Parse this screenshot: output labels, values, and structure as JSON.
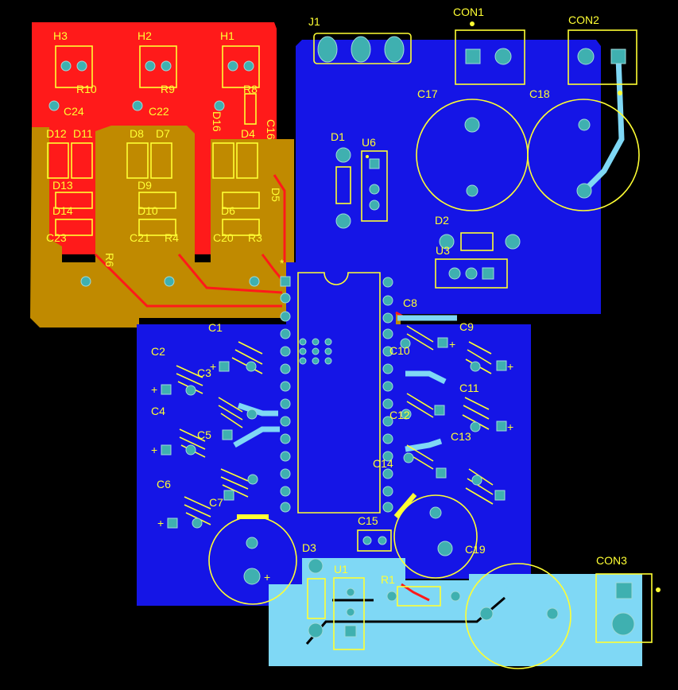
{
  "colors": {
    "background": "#000000",
    "top_copper": "#1515e6",
    "bottom_copper": "#ff1a1a",
    "inner_copper": "#c08a00",
    "cyan_plane": "#7fd8f5",
    "silkscreen": "#ffff33",
    "pad": "#3fb0b0"
  },
  "labels": {
    "j1": "J1",
    "con1": "CON1",
    "con2": "CON2",
    "con3": "CON3",
    "h1": "H1",
    "h2": "H2",
    "h3": "H3",
    "r10": "R10",
    "r9": "R9",
    "r8": "R8",
    "c24": "C24",
    "c22": "C22",
    "c16": "C16",
    "d12": "D12",
    "d11": "D11",
    "d8": "D8",
    "d7": "D7",
    "d16": "D16",
    "d4": "D4",
    "d13": "D13",
    "d9": "D9",
    "d5": "D5",
    "d14": "D14",
    "d10": "D10",
    "d6": "D6",
    "c23": "C23",
    "c21": "C21",
    "r4": "R4",
    "c20": "C20",
    "r3": "R3",
    "r6": "R6",
    "d1": "D1",
    "u6": "U6",
    "c17": "C17",
    "c18": "C18",
    "d2": "D2",
    "u3": "U3",
    "c1": "C1",
    "c2": "C2",
    "c3": "C3",
    "c4": "C4",
    "c5": "C5",
    "c6": "C6",
    "c7": "C7",
    "c8": "C8",
    "c9": "C9",
    "c10": "C10",
    "c11": "C11",
    "c12": "C12",
    "c13": "C13",
    "c14": "C14",
    "c15": "C15",
    "c19": "C19",
    "d3": "D3",
    "u1": "U1",
    "r1": "R1"
  }
}
